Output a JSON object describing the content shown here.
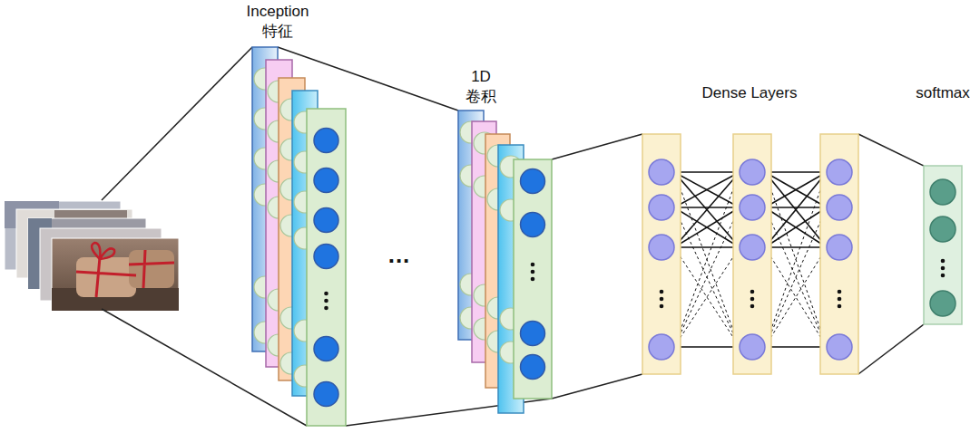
{
  "diagram": {
    "nodes": [
      {
        "text": [
          "Inception 特征"
        ]
      },
      {
        "text": [
          "1D 卷积"
        ]
      },
      {
        "text": [
          "Dense Layers"
        ]
      },
      {
        "text": [
          "softmax"
        ]
      }
    ],
    "edges": [
      {
        "from": 0,
        "to": 1,
        "arrow": "none"
      },
      {
        "from": 0,
        "to": 1,
        "arrow": "none"
      },
      {
        "from": 1,
        "to": 2,
        "arrow": "none"
      },
      {
        "from": 1,
        "to": 2,
        "arrow": "none"
      },
      {
        "from": 2,
        "to": 3,
        "arrow": "none"
      },
      {
        "from": 2,
        "to": 3,
        "arrow": "none"
      }
    ],
    "labels": [
      "..."
    ]
  }
}
